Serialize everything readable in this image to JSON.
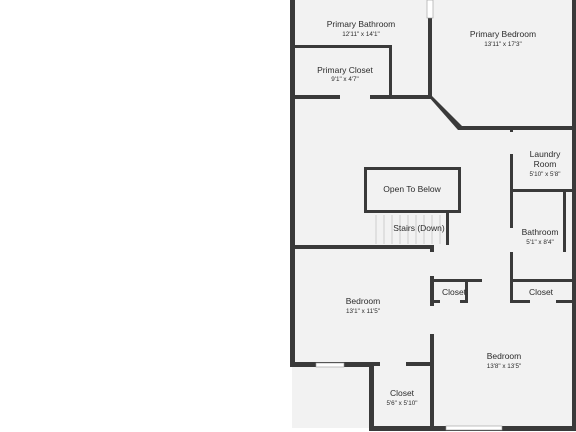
{
  "colors": {
    "wall": "#3a3a3a",
    "floor": "#f2f2f2",
    "background": "#ffffff",
    "text": "#2b2b2b"
  },
  "rooms": {
    "primary_bathroom": {
      "name": "Primary Bathroom",
      "dims": "12'11\" x 14'1\""
    },
    "primary_bedroom": {
      "name": "Primary Bedroom",
      "dims": "13'11\" x 17'3\""
    },
    "primary_closet": {
      "name": "Primary Closet",
      "dims": "9'1\" x 4'7\""
    },
    "laundry_room": {
      "name_line1": "Laundry",
      "name_line2": "Room",
      "dims": "5'10\" x 5'8\""
    },
    "open_to_below": {
      "name": "Open To Below"
    },
    "stairs": {
      "name": "Stairs (Down)"
    },
    "bathroom": {
      "name": "Bathroom",
      "dims": "5'1\" x 8'4\""
    },
    "bedroom_left": {
      "name": "Bedroom",
      "dims": "13'1\" x 11'5\""
    },
    "closet_mid": {
      "name": "Closet"
    },
    "closet_right": {
      "name": "Closet"
    },
    "bedroom_right": {
      "name": "Bedroom",
      "dims": "13'8\" x 13'5\""
    },
    "closet_bottom": {
      "name": "Closet",
      "dims": "5'6\" x 5'10\""
    }
  }
}
